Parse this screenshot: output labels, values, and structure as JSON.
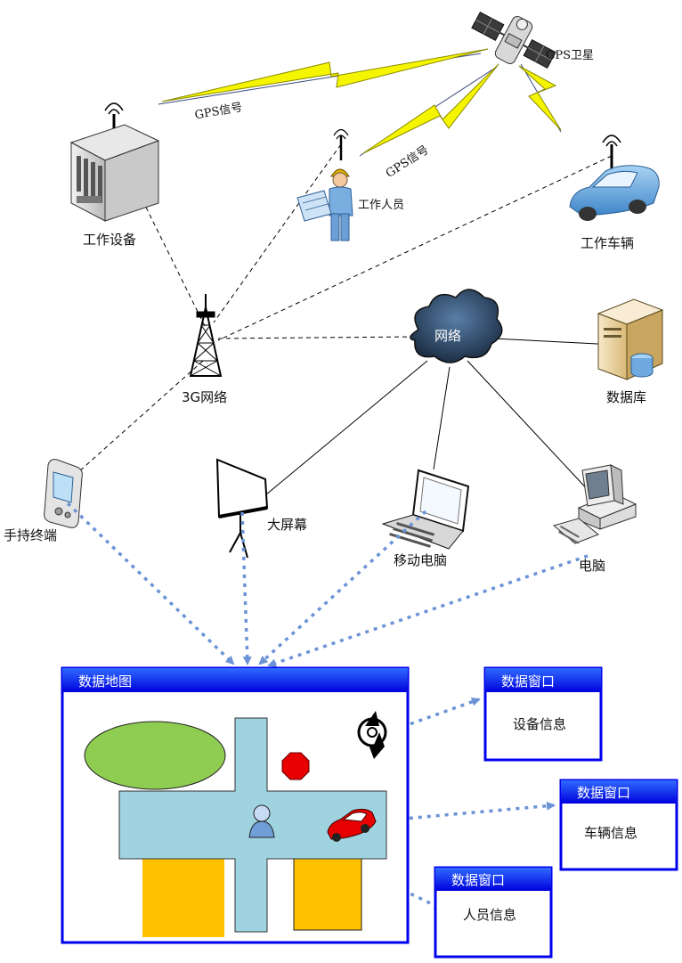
{
  "nodes": {
    "satellite": "GPS卫星",
    "gps_signal_left": "GPS信号",
    "gps_signal_right": "GPS信号",
    "equipment": "工作设备",
    "worker": "工作人员",
    "vehicle": "工作车辆",
    "tower": "3G网络",
    "network": "网络",
    "database": "数据库",
    "handheld": "手持终端",
    "big_screen": "大屏幕",
    "laptop": "移动电脑",
    "desktop": "电脑"
  },
  "map_window": {
    "title": "数据地图"
  },
  "info_windows": [
    {
      "title": "数据窗口",
      "body": "设备信息"
    },
    {
      "title": "数据窗口",
      "body": "车辆信息"
    },
    {
      "title": "数据窗口",
      "body": "人员信息"
    }
  ],
  "colors": {
    "window_blue": "#0000ee",
    "dashed_arrow": "#6b93d6",
    "gps_bolt": "#f5f500",
    "map_road": "#9fd3e0",
    "map_park": "#8fcc52",
    "map_block": "#ffc000",
    "stop_sign": "#e60000"
  }
}
